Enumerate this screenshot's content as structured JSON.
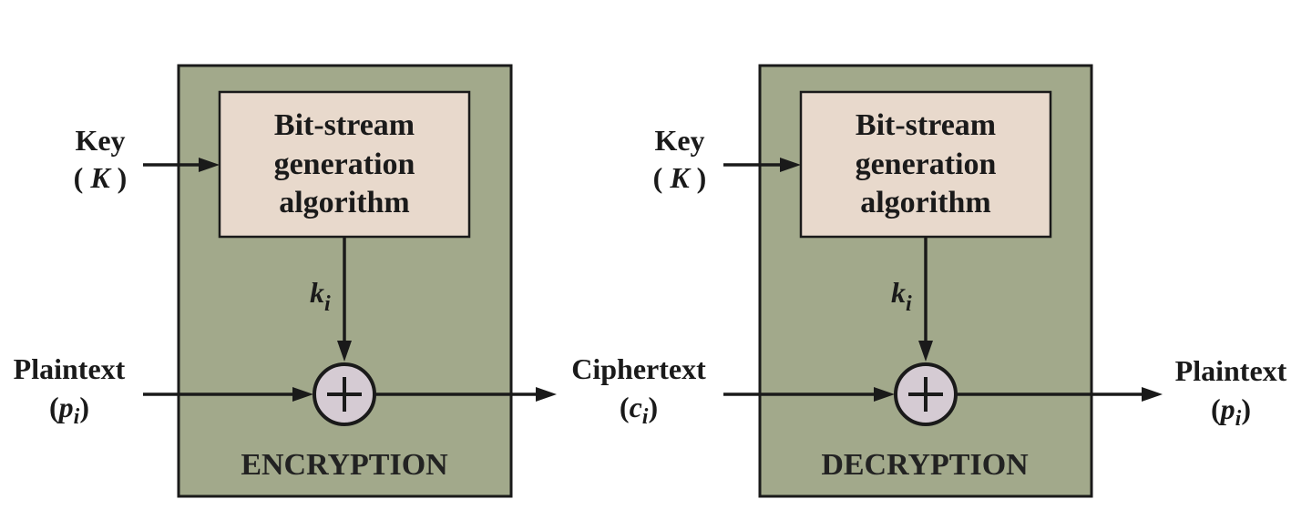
{
  "colors": {
    "panel_fill": "#a2a98b",
    "generator_fill": "#e8d9cc",
    "xor_fill": "#d5cbd3",
    "line": "#1a1a1a"
  },
  "encryption": {
    "title": "ENCRYPTION",
    "generator_lines": [
      "Bit-stream",
      "generation",
      "algorithm"
    ],
    "key_label": "Key",
    "key_open": "( ",
    "key_symbol": "K",
    "key_close": " )",
    "keystream_base": "k",
    "keystream_sub": "i",
    "input_label": "Plaintext",
    "input_open": "(",
    "input_base": "p",
    "input_sub": "i",
    "input_close": ")",
    "operator_icon": "xor-plus-icon"
  },
  "intermediate": {
    "label": "Ciphertext",
    "open": "(",
    "base": "c",
    "sub": "i",
    "close": ")"
  },
  "decryption": {
    "title": "DECRYPTION",
    "generator_lines": [
      "Bit-stream",
      "generation",
      "algorithm"
    ],
    "key_label": "Key",
    "key_open": "( ",
    "key_symbol": "K",
    "key_close": " )",
    "keystream_base": "k",
    "keystream_sub": "i",
    "output_label": "Plaintext",
    "output_open": "(",
    "output_base": "p",
    "output_sub": "i",
    "output_close": ")",
    "operator_icon": "xor-plus-icon"
  }
}
